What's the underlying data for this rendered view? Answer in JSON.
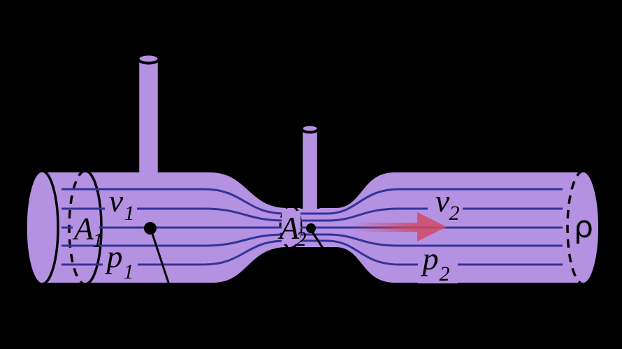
{
  "figure": {
    "description": "Venturi effect pipe diagram: fluid flows through a horizontal pipe with a constriction; piezometer tubes rise from the wide section and the throat; streamlines converge in the throat and a red arrow marks flow direction."
  },
  "colors": {
    "background": "#000000",
    "pipe_fill": "#b591e2",
    "outline": "#000000",
    "streamline": "#333399",
    "arrow_red": "#d14a66"
  },
  "labels": {
    "area_1": {
      "base": "A",
      "sub": "1"
    },
    "velocity_1": {
      "base": "v",
      "sub": "1"
    },
    "pressure_1": {
      "base": "p",
      "sub": "1"
    },
    "area_2": {
      "base": "A",
      "sub": "2"
    },
    "velocity_2": {
      "base": "v",
      "sub": "2"
    },
    "pressure_2": {
      "base": "p",
      "sub": "2"
    },
    "density": "ρ"
  }
}
